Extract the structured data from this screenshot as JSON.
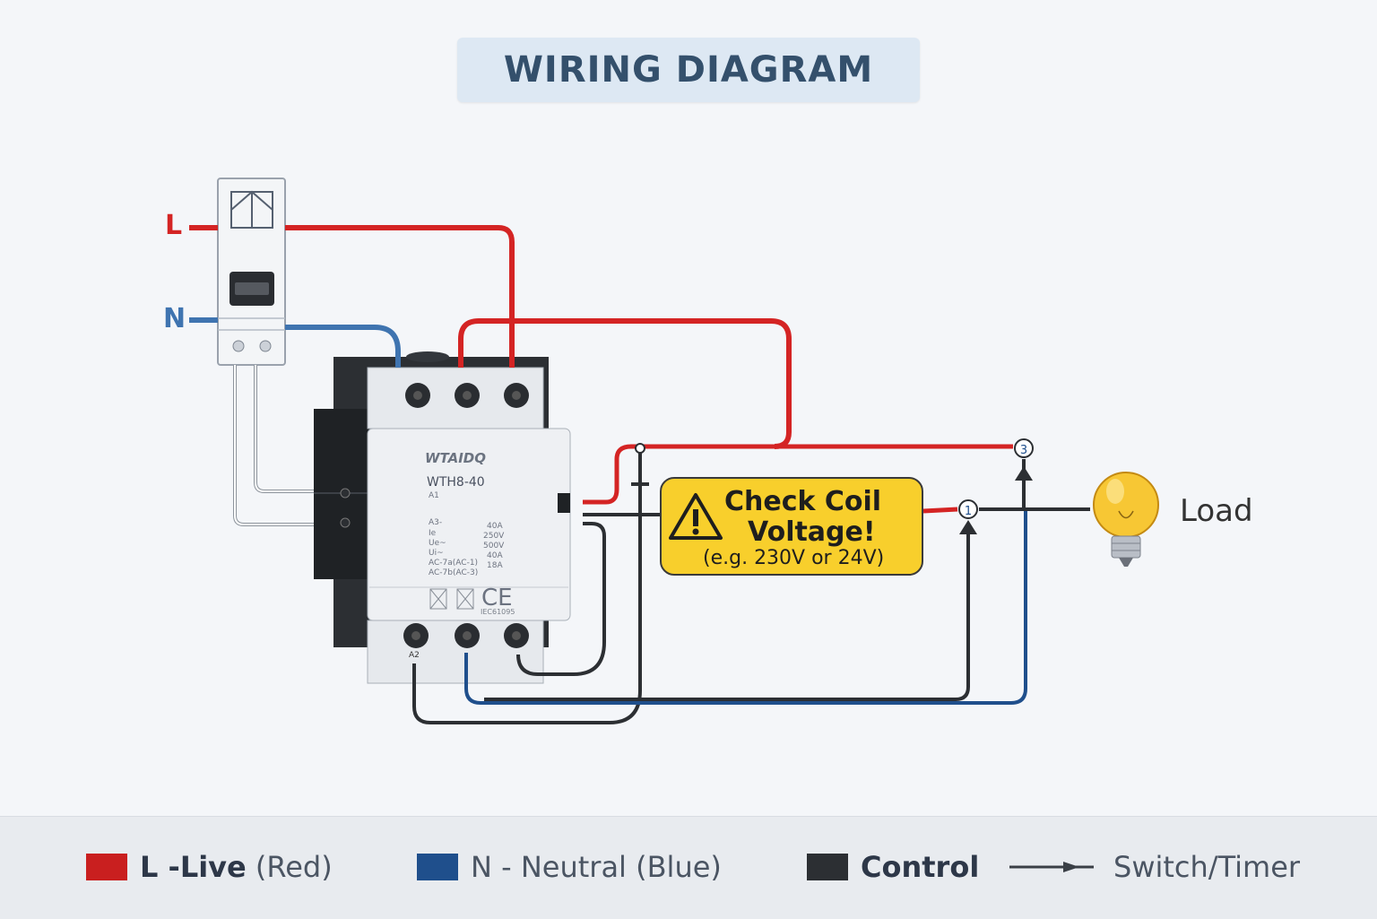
{
  "title": "WIRING DIAGRAM",
  "wires": {
    "live_label": "L",
    "neutral_label": "N"
  },
  "contactor": {
    "brand": "WTAIDQ",
    "model": "WTH8-40",
    "specs_left": [
      "A1",
      "A3-",
      "Ie",
      "Ue~",
      "Ui~",
      "AC-7a(AC-1)",
      "AC-7b(AC-3)"
    ],
    "specs_right": [
      "40A",
      "250V",
      "500V",
      "40A",
      "18A"
    ],
    "cert_text": "IEC61095",
    "terminal_bottom_left": "A2",
    "ce_mark": "CE"
  },
  "warning": {
    "line1": "Check Coil",
    "line2": "Voltage!",
    "line3": "(e.g. 230V or 24V)"
  },
  "nodes": {
    "n1": "1",
    "n3": "3"
  },
  "load": {
    "label": "Load"
  },
  "legend": {
    "live_code": "L - ",
    "live_word": "Live",
    "live_color_name": " (Red)",
    "neutral": "N - Neutral (Blue)",
    "control": "Control",
    "switch": "Switch/Timer"
  },
  "colors": {
    "live": "#d42424",
    "neutral": "#1f4f8c",
    "neutral_light": "#3f74b0",
    "control": "#2c2f33",
    "warning": "#f8cf2c",
    "banner": "#dde8f3"
  }
}
